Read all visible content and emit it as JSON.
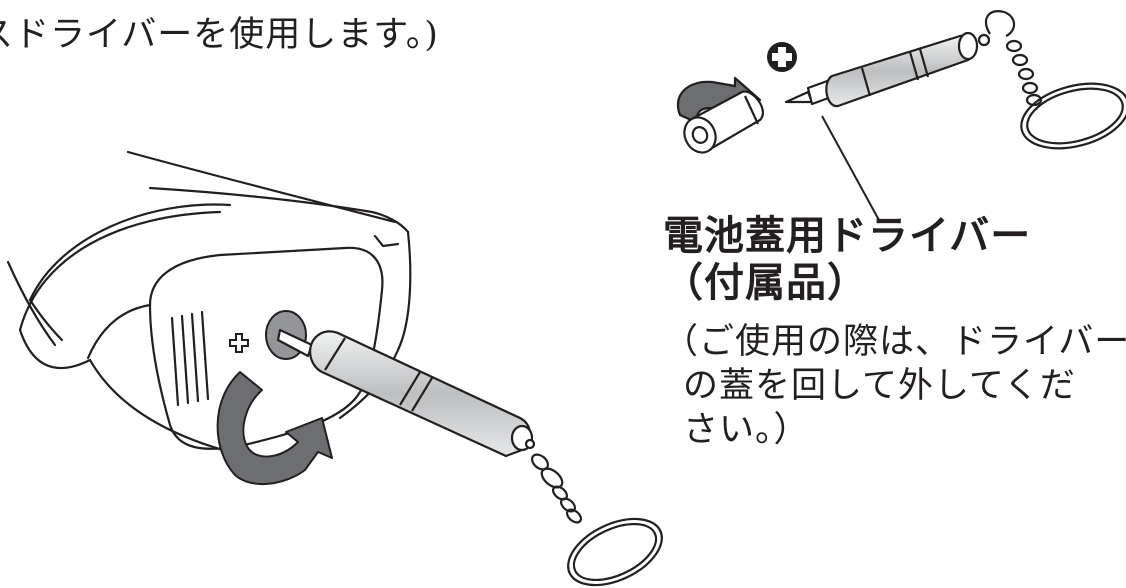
{
  "captions": {
    "top_instruction": "スドライバーを使用します。)",
    "driver_name": "電池蓋用ドライバー",
    "accessory": "（付属品）",
    "note_line1": "（ご使用の際は、ドライバー",
    "note_line2": "の蓋を回して外してくだ",
    "note_line3": "さい。）"
  },
  "colors": {
    "line": "#231f20",
    "arrow_fill": "#6d6e71",
    "hole_fill": "#939598",
    "shaft_fill": "#d1d3d4"
  },
  "icons": [
    "plus-circle-icon",
    "rotation-arrow-icon",
    "plus-mark-icon"
  ]
}
